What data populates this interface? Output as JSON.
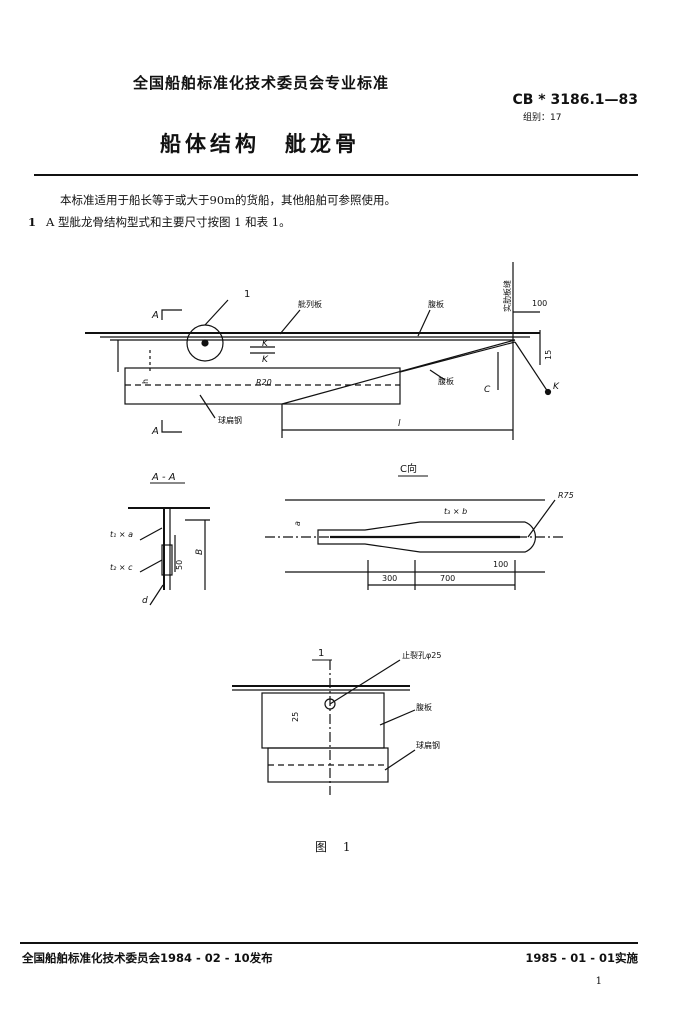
{
  "header": {
    "committee": "全国船舶标准化技术委员会专业标准",
    "std_code": "CB * 3186.1—83",
    "group": "组别：17"
  },
  "title": "船体结构　舭龙骨",
  "body": {
    "paragraph": "本标准适用于船长等于或大于90m的货船，其他船舶可参照使用。",
    "clause_number": "1",
    "clause_text": "A 型舭龙骨结构型式和主要尺寸按图 1 和表 1。"
  },
  "figure": {
    "main": {
      "balloon": "1",
      "section_mark": "A",
      "plate_top": "舭列板",
      "web_top": "腹板",
      "web_slope": "腹板",
      "bulb": "球扁钢",
      "frame": "实肋板缝",
      "dim_100": "100",
      "dim_15": "15",
      "k": "K",
      "c": "C",
      "r20": "R20",
      "dim_l": "l",
      "h_mark": "h"
    },
    "section_aa": {
      "title": "A - A",
      "t1": "t₁ × a",
      "t2": "t₂ × c",
      "d": "d",
      "dim_50": "50",
      "b": "B"
    },
    "view_c": {
      "title": "C向",
      "r75": "R75",
      "t3": "t₃ × b",
      "a": "a",
      "dim_300": "300",
      "dim_700": "700",
      "dim_100": "100"
    },
    "detail_1": {
      "title": "1",
      "hole": "止裂孔φ25",
      "web": "腹板",
      "bulb": "球扁钢",
      "dim_25": "25"
    },
    "caption": "图 1"
  },
  "footer": {
    "issued": "全国船舶标准化技术委员会1984 - 02 - 10发布",
    "effective": "1985 - 01 - 01实施",
    "page": "1"
  }
}
